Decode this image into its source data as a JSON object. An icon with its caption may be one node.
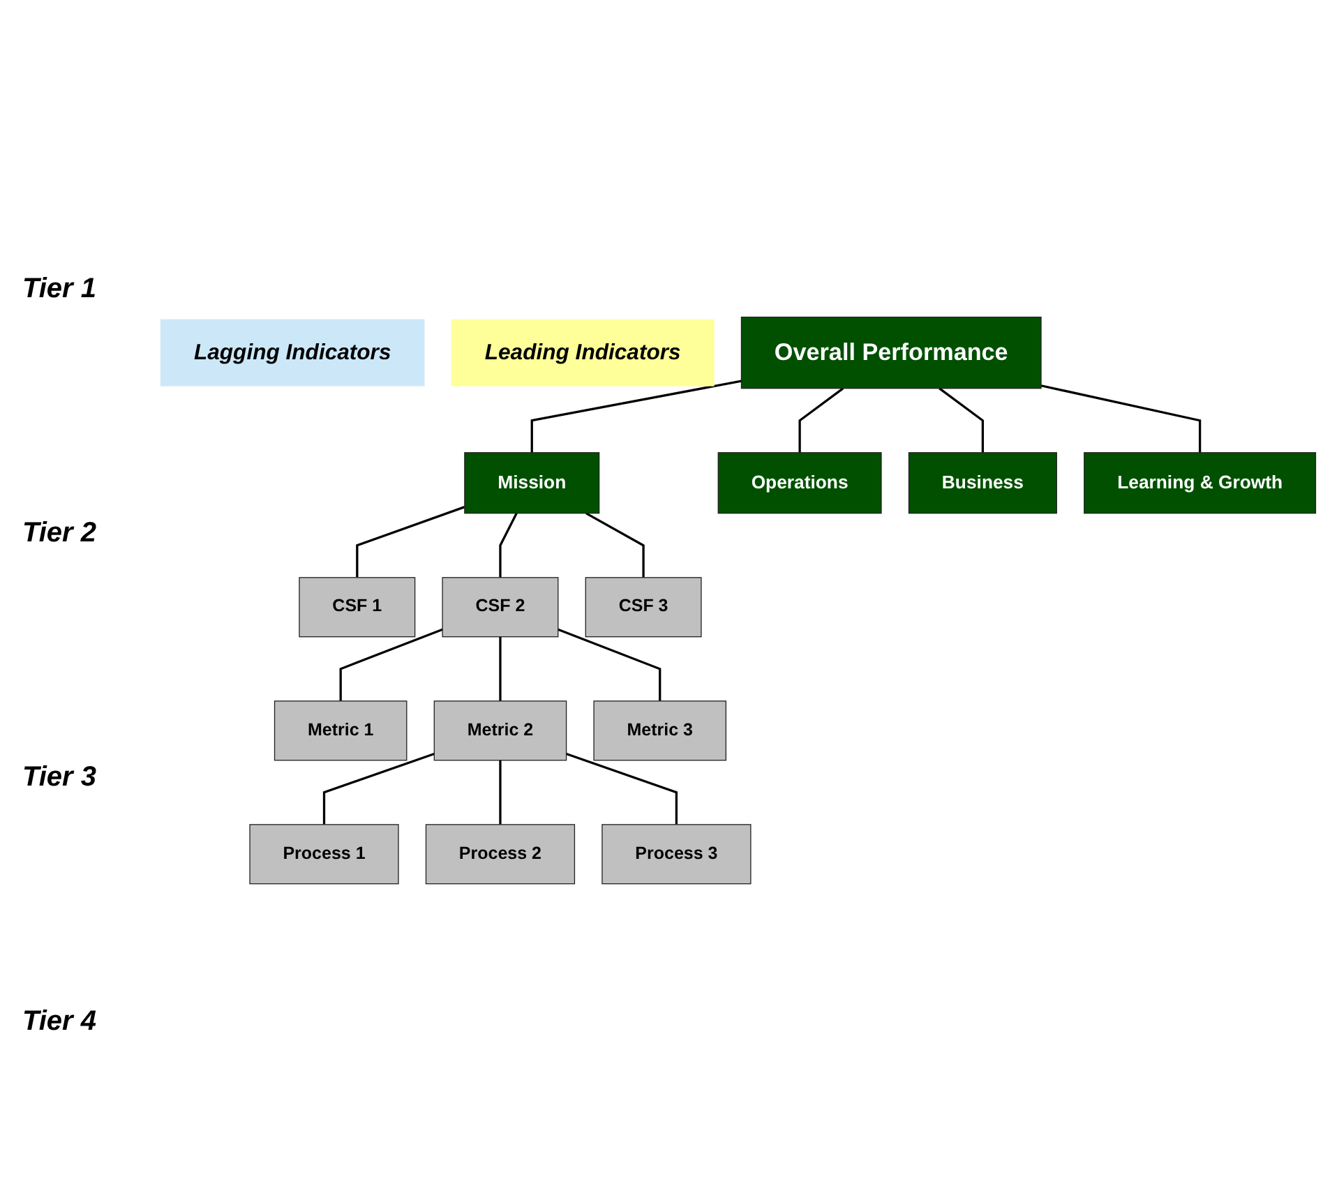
{
  "diagram": {
    "nodes": [
      {
        "text": [
          "Overall Performance"
        ]
      },
      {
        "text": [
          "Mission"
        ]
      },
      {
        "text": [
          "Operations"
        ]
      },
      {
        "text": [
          "Business"
        ]
      },
      {
        "text": [
          "Learning & Growth"
        ]
      },
      {
        "text": [
          "CSF 1"
        ]
      },
      {
        "text": [
          "CSF 2"
        ]
      },
      {
        "text": [
          "CSF 3"
        ]
      },
      {
        "text": [
          "Metric 1"
        ]
      },
      {
        "text": [
          "Metric 2"
        ]
      },
      {
        "text": [
          "Metric 3"
        ]
      },
      {
        "text": [
          "Process 1"
        ]
      },
      {
        "text": [
          "Process 2"
        ]
      },
      {
        "text": [
          "Process 3"
        ]
      },
      {
        "text": [
          "Lagging Indicators"
        ]
      },
      {
        "text": [
          "Leading Indicators"
        ]
      }
    ],
    "edges": [
      {
        "from": 0,
        "to": 1,
        "arrow": "none"
      },
      {
        "from": 0,
        "to": 2,
        "arrow": "none"
      },
      {
        "from": 0,
        "to": 3,
        "arrow": "none"
      },
      {
        "from": 0,
        "to": 4,
        "arrow": "none"
      },
      {
        "from": 1,
        "to": 5,
        "arrow": "none"
      },
      {
        "from": 1,
        "to": 6,
        "arrow": "none"
      },
      {
        "from": 1,
        "to": 7,
        "arrow": "none"
      },
      {
        "from": 6,
        "to": 8,
        "arrow": "none"
      },
      {
        "from": 6,
        "to": 9,
        "arrow": "none"
      },
      {
        "from": 6,
        "to": 10,
        "arrow": "none"
      },
      {
        "from": 9,
        "to": 11,
        "arrow": "none"
      },
      {
        "from": 9,
        "to": 12,
        "arrow": "none"
      },
      {
        "from": 9,
        "to": 13,
        "arrow": "none"
      }
    ],
    "labels": [
      "Tier 1",
      "Tier 2",
      "Tier 3",
      "Tier 4"
    ]
  }
}
